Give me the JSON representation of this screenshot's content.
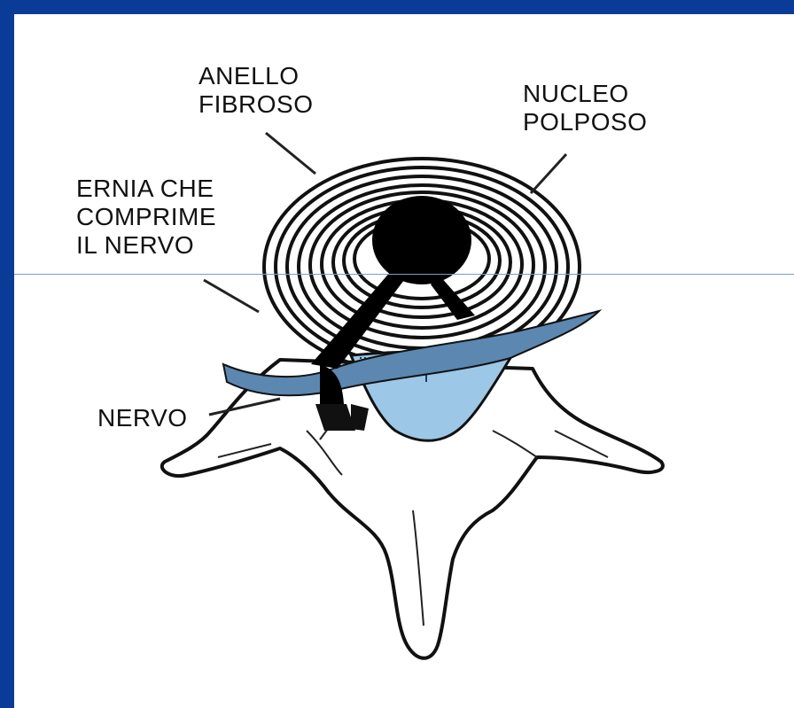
{
  "labels": {
    "anello_fibroso": [
      "ANELLO",
      "FIBROSO"
    ],
    "nucleo_polposo": [
      "NUCLEO",
      "POLPOSO"
    ],
    "ernia": [
      "ERNIA CHE",
      "COMPRIME",
      "IL NERVO"
    ],
    "nervo": "NERVO"
  },
  "colors": {
    "frame": "#0a3b96",
    "background": "#ffffff",
    "nerve": "#5b87b0",
    "spinal_canal": "#9cc7e6",
    "ink": "#111111"
  }
}
